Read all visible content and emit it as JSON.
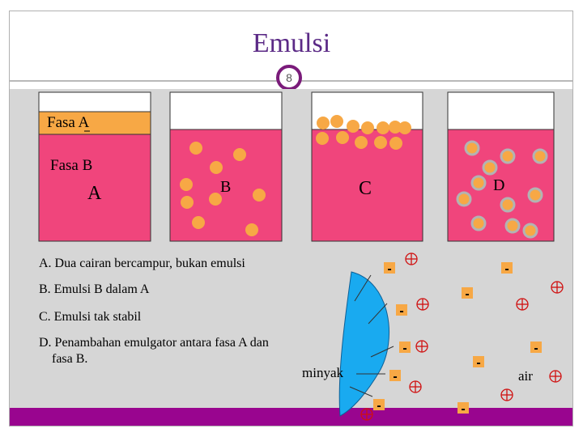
{
  "slide": {
    "title": "Emulsi",
    "page_number": "8"
  },
  "beakers": {
    "a": {
      "top_phase_label": "Fasa A",
      "bottom_phase_label": "Fasa B",
      "letter": "A"
    },
    "b": {
      "letter": "B"
    },
    "c": {
      "letter": "C"
    },
    "d": {
      "letter": "D"
    }
  },
  "captions": [
    "A. Dua cairan bercampur, bukan emulsi",
    "B. Emulsi B dalam A",
    "C. Emulsi tak stabil",
    "D. Penambahan emulgator antara fasa A dan",
    "fasa B."
  ],
  "interface": {
    "oil_label": "minyak",
    "water_label": "air",
    "minus_sign": "-"
  },
  "colors": {
    "title": "#5b2a86",
    "pink_phase": "#f0457c",
    "orange_phase": "#f7a845",
    "droplet": "#f7a845",
    "droplet_ring": "#b3b3b3",
    "oil_blue": "#19aaf0",
    "bar_purple": "#99058f",
    "plus_red": "#d01010"
  }
}
